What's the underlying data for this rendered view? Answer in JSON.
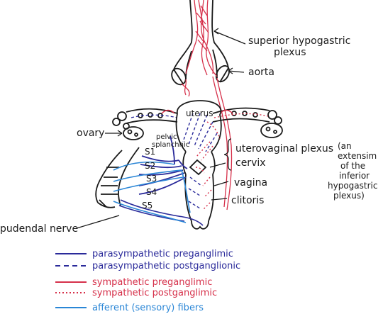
{
  "labels": {
    "superior_hypogastric_1": "superior hypogastric",
    "superior_hypogastric_2": "plexus",
    "aorta": "aorta",
    "uterus": "uterus",
    "ovary": "ovary",
    "pelvic_1": "pelvic",
    "pelvic_2": "splanchnic",
    "s1": "S1",
    "s2": "S2",
    "s3": "S3",
    "s4": "S4",
    "s5": "S5",
    "uterovaginal": "uterovaginal plexus",
    "ext_1": "(an",
    "ext_2": "extensim",
    "ext_3": "of the",
    "ext_4": "inferior",
    "ext_5": "hypogastric",
    "ext_6": "plexus)",
    "cervix": "cervix",
    "vagina": "vagina",
    "clitoris": "clitoris",
    "pudendal": "pudendal nerve"
  },
  "legend": {
    "para_pre": "parasympathetic preganglimic",
    "para_post": "parasympathetic postganglionic",
    "symp_pre": "sympathetic preganglimic",
    "symp_post": "sympathetic postganglimic",
    "afferent": "afferent (sensory) fibers"
  },
  "colors": {
    "parasympathetic": "#2a2a9a",
    "sympathetic": "#d6304a",
    "afferent": "#2a86d6",
    "outline": "#1a1a1a"
  }
}
